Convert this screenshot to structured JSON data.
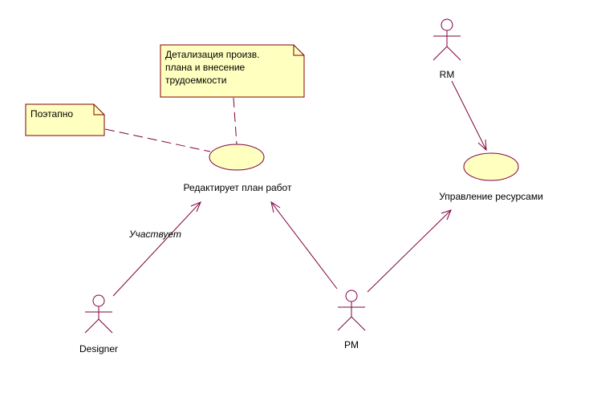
{
  "diagram": {
    "colors": {
      "line": "#800040",
      "fill": "#ffffc0",
      "note_border": "#800000"
    },
    "notes": {
      "detail": {
        "lines": [
          "Детализация произв.",
          "плана и внесение",
          "трудоемкости"
        ]
      },
      "stepwise": {
        "lines": [
          "Поэтапно"
        ]
      }
    },
    "use_cases": {
      "edit_plan": "Редактирует план работ",
      "resources": "Управление ресурсами"
    },
    "actors": {
      "rm": "RM",
      "designer": "Designer",
      "pm": "PM"
    },
    "associations": {
      "designer_edit": "Участвует"
    }
  }
}
